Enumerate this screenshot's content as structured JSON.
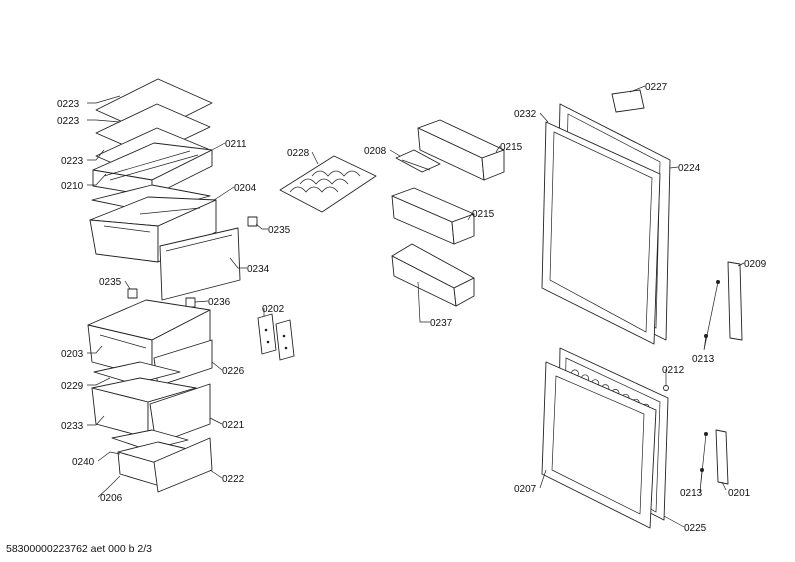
{
  "diagram": {
    "labels": [
      "0223",
      "0223",
      "0223",
      "0211",
      "0210",
      "0204",
      "0235",
      "0234",
      "0235",
      "0236",
      "0203",
      "0229",
      "0226",
      "0233",
      "0221",
      "0240",
      "0206",
      "0222",
      "0228",
      "0208",
      "0215",
      "0215",
      "0237",
      "0202",
      "0232",
      "0227",
      "0224",
      "0209",
      "0213",
      "0212",
      "0207",
      "0213",
      "0201",
      "0225"
    ],
    "footer": "58300000223762 aet 000 b 2/3"
  }
}
